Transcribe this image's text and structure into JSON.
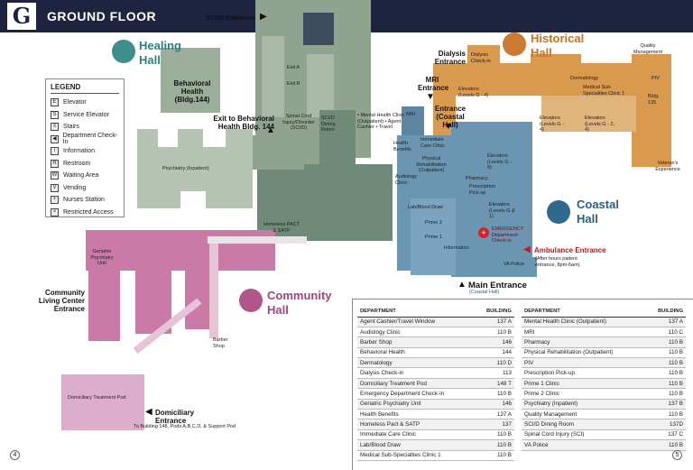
{
  "header": {
    "letter": "G",
    "title": "GROUND FLOOR"
  },
  "halls": {
    "healing": "Healing Hall",
    "historical": "Historical Hall",
    "coastal": "Coastal Hall",
    "community": "Community Hall"
  },
  "legend": {
    "title": "LEGEND",
    "items": [
      {
        "icon": "elevator-icon",
        "label": "Elevator"
      },
      {
        "icon": "service-elevator-icon",
        "label": "Service Elevator"
      },
      {
        "icon": "stairs-icon",
        "label": "Stairs"
      },
      {
        "icon": "department-checkin-icon",
        "label": "Department Check-In"
      },
      {
        "icon": "information-icon",
        "label": "Information"
      },
      {
        "icon": "restroom-icon",
        "label": "Restroom"
      },
      {
        "icon": "waiting-area-icon",
        "label": "Waiting Area"
      },
      {
        "icon": "vending-icon",
        "label": "Vending"
      },
      {
        "icon": "nurses-station-icon",
        "label": "Nurses Station"
      },
      {
        "icon": "restricted-access-icon",
        "label": "Restricted Access"
      }
    ]
  },
  "map_labels": {
    "sci_entrance": "SCI/D Entrance",
    "behavioral_health": "Behavioral Health (Bldg.144)",
    "exit_behavioral": "Exit to Behavioral Health Bldg. 144",
    "spinal_cord": "Spinal Cord Injury/Disorder (SCI/D)",
    "sci_dining": "SCI/D Dining Room",
    "psychiatry": "Psychiatry (Inpatient)",
    "homeless": "Homeless PACT & SATP",
    "geriatric": "Geriatric Psychiatry Unit",
    "community_entrance": "Community Living Center Entrance",
    "barber": "Barber Shop",
    "domiciliary_pod": "Domiciliary Treatment Pod",
    "domiciliary_entrance": "Domiciliary Entrance",
    "to_building": "To Building 148, Pods A,B,C,D, & Support Pod",
    "dialysis_entrance": "Dialysis Entrance",
    "dialysis_checkin": "Dialysis Check-in",
    "mri_entrance": "MRI Entrance",
    "mri": "MRI",
    "entrance_coastal": "Entrance (Coastal Hall)",
    "elevators_c": "Elevators (Levels G - 4)",
    "elevators_d": "Elevators (Levels G - 4)",
    "elevators_e": "Elevators (Levels G - 2, 4)",
    "elevators_b": "Elevators (Levels G - 9)",
    "elevators_a": "Elevators (Levels G & 1)",
    "dermatology": "Dermatology",
    "med_sub": "Medical Sub-Specialties Clinic 1",
    "quality": "Quality Management",
    "piv": "PIV",
    "bldg135": "Bldg. 135",
    "veterans_exp": "Veteran's Experience",
    "mental_health_list": "• Mental Health Clinic (Outpatient) • Agent Cashier • Travel",
    "health_benefits": "Health Benefits",
    "immediate_care": "Immediate Care Clinic",
    "physical_rehab": "Physical Rehabilitation (Outpatient)",
    "audiology": "Audiology Clinic",
    "pharmacy": "Pharmacy",
    "prescription": "Prescription Pick-up",
    "lab": "Lab/Blood Draw",
    "prime2": "Prime 2",
    "prime1": "Prime 1",
    "information": "Information",
    "emergency": "EMERGENCY Department Check-in",
    "ambulance": "Ambulance Entrance",
    "ambulance_note": "(After hours patient entrance, 8pm-6am)",
    "va_police": "VA Police",
    "main_entrance": "Main Entrance",
    "main_entrance_sub": "(Coastal Hall)",
    "exit_a": "Exit A",
    "exit_b": "Exit B"
  },
  "table_left": {
    "headers": [
      "DEPARTMENT",
      "BUILDING"
    ],
    "rows": [
      [
        "Agent Cashier/Travel Window",
        "137 A"
      ],
      [
        "Audiology Clinic",
        "110 B"
      ],
      [
        "Barber Shop",
        "146"
      ],
      [
        "Behavioral Health",
        "144"
      ],
      [
        "Dermatology",
        "110 D"
      ],
      [
        "Dialysis Check-in",
        "113"
      ],
      [
        "Domiciliary Treatment Pod",
        "148 T"
      ],
      [
        "Emergency Department Check-in",
        "110 B"
      ],
      [
        "Geriatric Psychiatry Unit",
        "146"
      ],
      [
        "Health Benefits",
        "137 A"
      ],
      [
        "Homeless Pact & SATP",
        "137"
      ],
      [
        "Immediate Care Clinic",
        "110 B"
      ],
      [
        "Lab/Blood Draw",
        "110 B"
      ],
      [
        "Medical Sub-Specialties Clinic 1",
        "110 B"
      ]
    ]
  },
  "table_right": {
    "headers": [
      "DEPARTMENT",
      "BUILDING"
    ],
    "rows": [
      [
        "Mental Health Clinic (Outpatient)",
        "137 A"
      ],
      [
        "MRI",
        "110 C"
      ],
      [
        "Pharmacy",
        "110 B"
      ],
      [
        "Physical Rehabilitation (Outpatient)",
        "110 B"
      ],
      [
        "PIV",
        "110 B"
      ],
      [
        "Prescription Pick-up",
        "110 B"
      ],
      [
        "Prime 1 Clinic",
        "110 B"
      ],
      [
        "Prime 2 Clinic",
        "110 B"
      ],
      [
        "Psychiatry (Inpatient)",
        "137 B"
      ],
      [
        "Quality Management",
        "110 B"
      ],
      [
        "SCI/D Dining Room",
        "137D"
      ],
      [
        "Spinal Cord Injury (SCI)",
        "137 C"
      ],
      [
        "VA Police",
        "110 B"
      ]
    ]
  },
  "pages": {
    "left": "4",
    "right": "5"
  },
  "colors": {
    "healing": "#8fa48e",
    "historical": "#d99a4e",
    "coastal": "#6a96b2",
    "community": "#c97aa6",
    "header": "#1e2340"
  }
}
